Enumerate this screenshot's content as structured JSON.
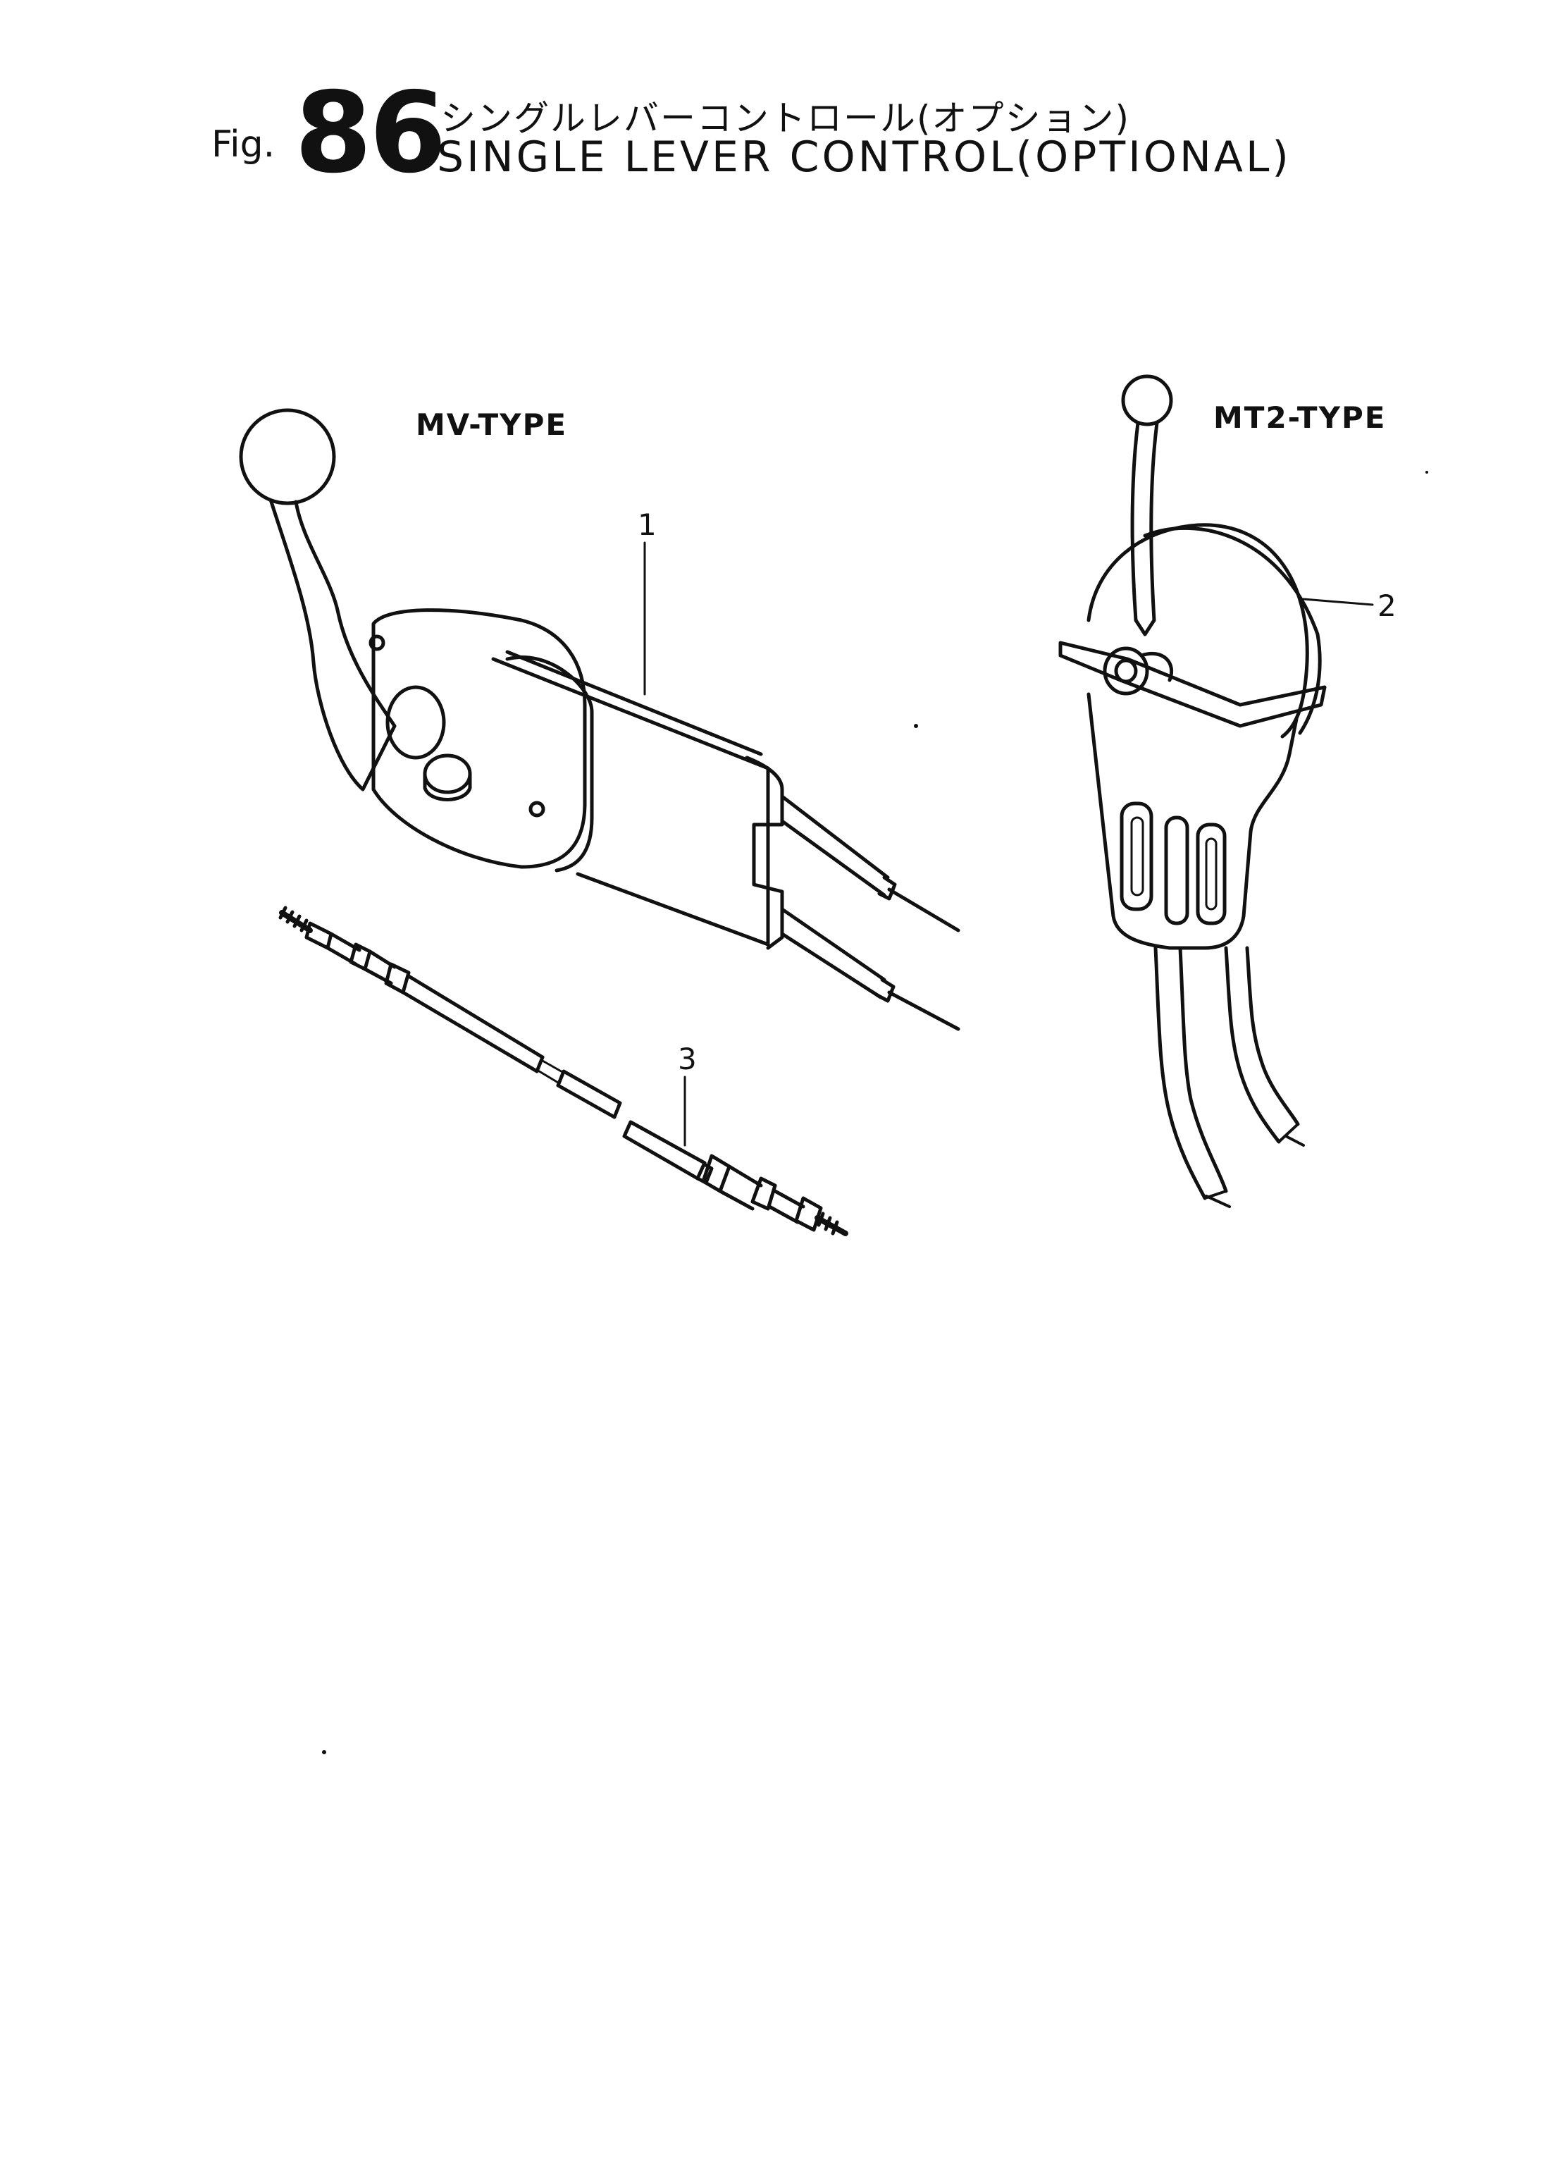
{
  "header": {
    "fig_prefix": "Fig.",
    "fig_number": "86",
    "title_ja": "シングルレバーコントロール(オプション)",
    "title_en": "SINGLE LEVER CONTROL(OPTIONAL)"
  },
  "labels": {
    "mv_type": "MV-TYPE",
    "mt2_type": "MT2-TYPE"
  },
  "callouts": {
    "part1": "1",
    "part2": "2",
    "part3": "3"
  }
}
